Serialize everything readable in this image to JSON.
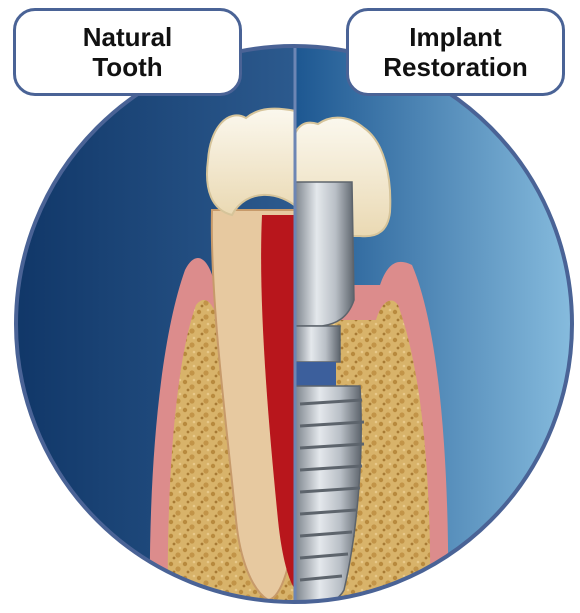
{
  "labels": {
    "left": {
      "line1": "Natural",
      "line2": "Tooth"
    },
    "right": {
      "line1": "Implant",
      "line2": "Restoration"
    }
  },
  "colors": {
    "background_left_dark": "#0f3566",
    "background_left_light": "#2c5a8e",
    "background_right_dark": "#1d5791",
    "background_right_light": "#8fc4e4",
    "circle_border": "#4a6396",
    "gum": "#dc8c8c",
    "bone": "#d8b36a",
    "enamel": "#f3ecd6",
    "dentin": "#e7c9a0",
    "pulp": "#b8161c",
    "implant_metal": "#aeb4bc"
  }
}
